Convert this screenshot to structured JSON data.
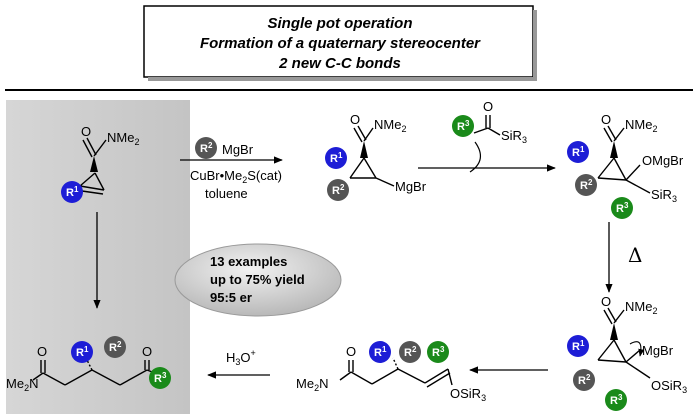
{
  "header": {
    "lines": [
      "Single pot operation",
      "Formation of a quaternary stereocenter",
      "2 new C-C bonds"
    ]
  },
  "labels": {
    "nme2_text": "NMe",
    "nme2_sub": "2",
    "me2n_text": "Me",
    "me2n_sub": "2",
    "me2n_n": "N",
    "mgbr": "MgBr",
    "omgbr": "OMgBr",
    "sir3_text": "SiR",
    "sir3_sub": "3",
    "osir3_text": "OSiR",
    "osir3_sub": "3",
    "o": "O",
    "delta": "Δ",
    "h3o_text": "H",
    "h3o_sub": "3",
    "h3o_o": "O",
    "h3o_sup": "+"
  },
  "reagents": {
    "grignard_suffix": "MgBr",
    "catalyst": "CuBr•Me",
    "catalyst_sub": "2",
    "catalyst_tail": "S(cat)",
    "solvent": "toluene"
  },
  "badges": {
    "r1": {
      "letter": "R",
      "num": "1",
      "color": "#1d1dd6"
    },
    "r2": {
      "letter": "R",
      "num": "2",
      "color": "#555555"
    },
    "r3": {
      "letter": "R",
      "num": "3",
      "color": "#1a8a1a"
    }
  },
  "results": {
    "lines": [
      "13 examples",
      "up to 75% yield",
      "95:5 er"
    ]
  },
  "colors": {
    "panel": "#cfcfcf",
    "pill": "#c0c0c0"
  }
}
